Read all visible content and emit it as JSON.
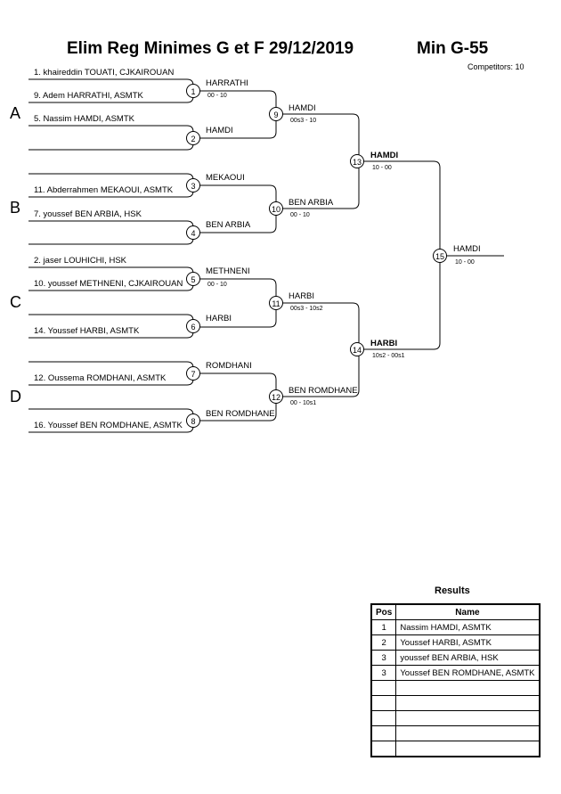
{
  "header": {
    "title": "Elim Reg Minimes G et F  29/12/2019",
    "category": "Min G-55",
    "competitors": "Competitors: 10"
  },
  "pools": [
    "A",
    "B",
    "C",
    "D"
  ],
  "athletes": [
    "1. khaireddin TOUATI, CJKAIROUAN",
    "9. Adem HARRATHI, ASMTK",
    "5. Nassim HAMDI, ASMTK",
    "11. Abderrahmen MEKAOUI, ASMTK",
    "7. youssef BEN ARBIA, HSK",
    "2. jaser LOUHICHI, HSK",
    "10. youssef METHNENI, CJKAIROUAN",
    "14. Youssef HARBI, ASMTK",
    "12. Oussema ROMDHANI, ASMTK",
    "16. Youssef BEN ROMDHANE, ASMTK"
  ],
  "matches": [
    {
      "number": "1",
      "winner": "HARRATHI",
      "score": "00 - 10"
    },
    {
      "number": "2",
      "winner": "HAMDI",
      "score": ""
    },
    {
      "number": "3",
      "winner": "MEKAOUI",
      "score": ""
    },
    {
      "number": "4",
      "winner": "BEN ARBIA",
      "score": ""
    },
    {
      "number": "5",
      "winner": "METHNENI",
      "score": "00 - 10"
    },
    {
      "number": "6",
      "winner": "HARBI",
      "score": ""
    },
    {
      "number": "7",
      "winner": "ROMDHANI",
      "score": ""
    },
    {
      "number": "8",
      "winner": "BEN ROMDHANE",
      "score": ""
    },
    {
      "number": "9",
      "winner": "HAMDI",
      "score": "00s3 - 10"
    },
    {
      "number": "10",
      "winner": "BEN ARBIA",
      "score": "00 - 10"
    },
    {
      "number": "11",
      "winner": "HARBI",
      "score": "00s3 - 10s2"
    },
    {
      "number": "12",
      "winner": "BEN ROMDHANE",
      "score": "00 - 10s1"
    },
    {
      "number": "13",
      "winner": "HAMDI",
      "score": "10 - 00"
    },
    {
      "number": "14",
      "winner": "HARBI",
      "score": "10s2 - 00s1"
    },
    {
      "number": "15",
      "winner": "HAMDI",
      "score": "10 - 00"
    }
  ],
  "results": {
    "title": "Results",
    "col_pos": "Pos",
    "col_name": "Name",
    "rows": [
      {
        "pos": "1",
        "name": "Nassim HAMDI, ASMTK"
      },
      {
        "pos": "2",
        "name": "Youssef HARBI, ASMTK"
      },
      {
        "pos": "3",
        "name": "youssef BEN ARBIA, HSK"
      },
      {
        "pos": "3",
        "name": "Youssef BEN ROMDHANE, ASMTK"
      },
      {
        "pos": "",
        "name": ""
      },
      {
        "pos": "",
        "name": ""
      },
      {
        "pos": "",
        "name": ""
      },
      {
        "pos": "",
        "name": ""
      },
      {
        "pos": "",
        "name": ""
      }
    ]
  }
}
